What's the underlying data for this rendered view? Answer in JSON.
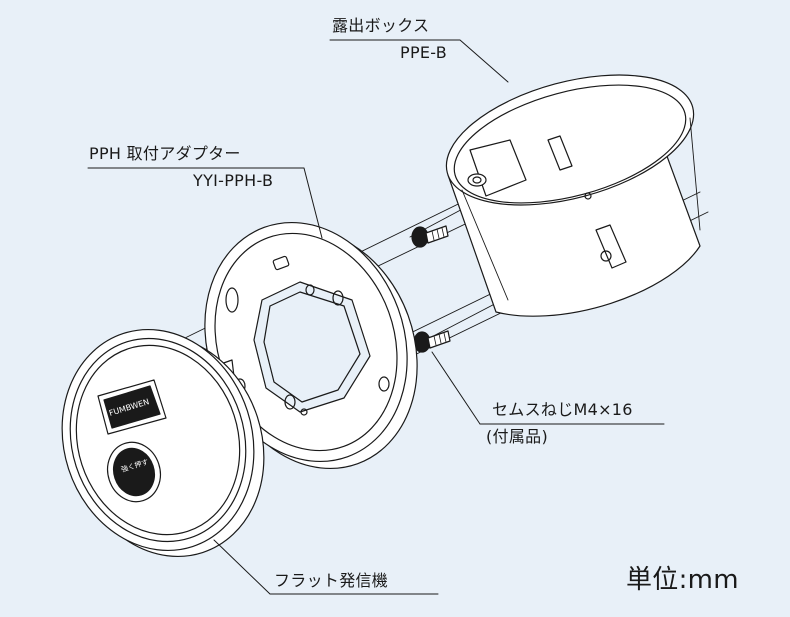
{
  "labels": {
    "exposed_box_name": "露出ボックス",
    "exposed_box_model": "PPE-B",
    "adapter_name": "PPH  取付アダプター",
    "adapter_model": "YYI-PPH-B",
    "screw_spec": "セムスねじM4×16",
    "screw_note": "(付属品)",
    "transmitter_name": "フラット発信機",
    "unit": "単位:mm"
  },
  "transmitter_face": {
    "upper_button_text": "FUMBWEN",
    "lower_button_text": "強く押す"
  },
  "colors": {
    "background": "#e8f0f8",
    "stroke": "#1a1a1a",
    "part_fill": "#ffffff"
  }
}
